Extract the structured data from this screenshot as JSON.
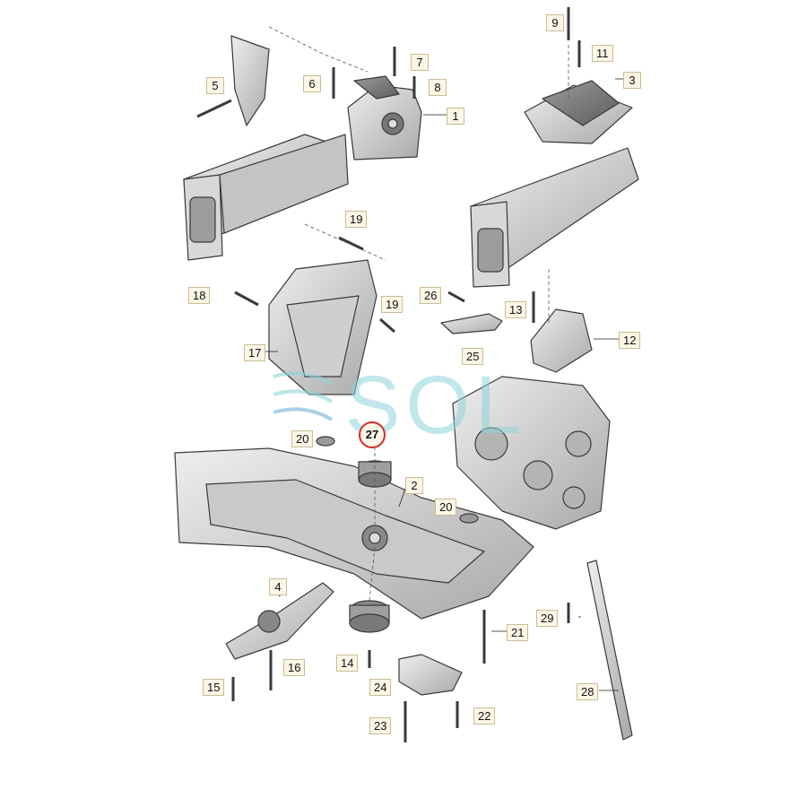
{
  "watermark": {
    "text": "SOL",
    "color": "#8fd4d9"
  },
  "highlight_color": "#d52b2b",
  "callouts": {
    "c1": "1",
    "c2": "2",
    "c3": "3",
    "c4": "4",
    "c5": "5",
    "c6": "6",
    "c7": "7",
    "c8": "8",
    "c9": "9",
    "c11": "11",
    "c12": "12",
    "c13": "13",
    "c14": "14",
    "c15": "15",
    "c16": "16",
    "c17": "17",
    "c18": "18",
    "c19a": "19",
    "c19b": "19",
    "c20a": "20",
    "c20b": "20",
    "c21": "21",
    "c22": "22",
    "c23": "23",
    "c24": "24",
    "c25": "25",
    "c26": "26",
    "c27": "27",
    "c28": "28",
    "c29": "29"
  }
}
